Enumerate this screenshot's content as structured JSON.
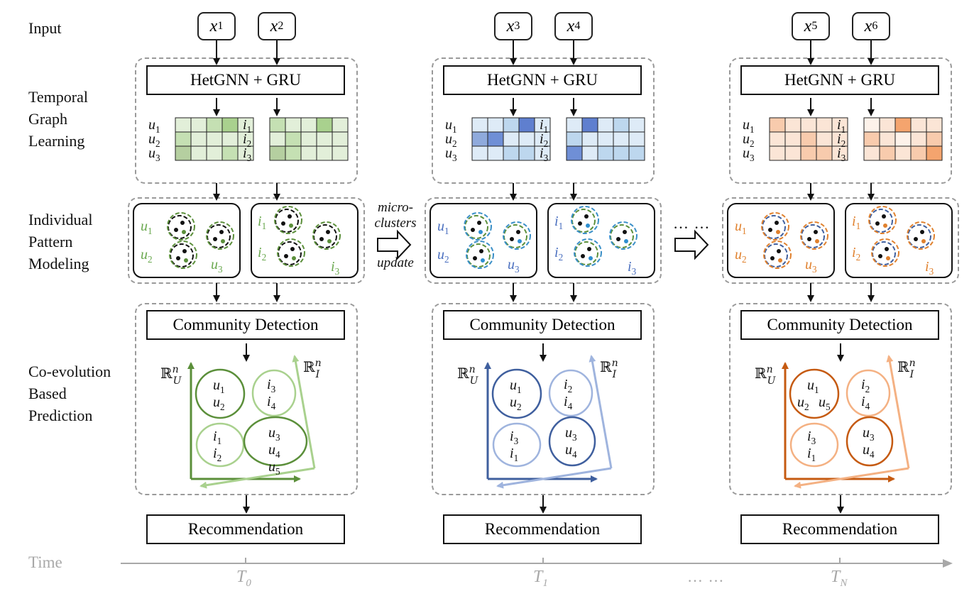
{
  "rows": {
    "input": [
      "Input"
    ],
    "temporal": [
      "Temporal",
      "Graph",
      "Learning"
    ],
    "pattern": [
      "Individual",
      "Pattern",
      "Modeling"
    ],
    "prediction": [
      "Co-evolution",
      "Based",
      "Prediction"
    ]
  },
  "stages": [
    {
      "inputs": [
        {
          "base": "x",
          "sub": "1"
        },
        {
          "base": "x",
          "sub": "2"
        }
      ],
      "encoder": "HetGNN + GRU",
      "detector": "Community Detection",
      "output": "Recommendation",
      "tick": {
        "base": "T",
        "sub": "0"
      },
      "color": "#5b8f3a",
      "light_color": "#a9d18e",
      "heat_users": [
        [
          "#e2efd9",
          "#e2efd9",
          "#c5e0b3",
          "#a9d18e",
          "#e2efd9"
        ],
        [
          "#c5e0b3",
          "#e2efd9",
          "#e2efd9",
          "#e2efd9",
          "#e2efd9"
        ],
        [
          "#b5cfa0",
          "#e2efd9",
          "#e2efd9",
          "#c5e0b3",
          "#e2efd9"
        ]
      ],
      "heat_items": [
        [
          "#c5e0b3",
          "#e2efd9",
          "#e2efd9",
          "#a9d18e",
          "#e2efd9"
        ],
        [
          "#e2efd9",
          "#c5e0b3",
          "#e2efd9",
          "#e2efd9",
          "#e2efd9"
        ],
        [
          "#b5cfa0",
          "#c5e0b3",
          "#e2efd9",
          "#e2efd9",
          "#e2efd9"
        ]
      ],
      "communities": [
        [
          "u1",
          "u2"
        ],
        [
          "i3",
          "i4"
        ],
        [
          "i1",
          "i2"
        ],
        [
          "u3",
          "u4",
          "u5"
        ]
      ]
    },
    {
      "inputs": [
        {
          "base": "x",
          "sub": "3"
        },
        {
          "base": "x",
          "sub": "4"
        }
      ],
      "encoder": "HetGNN + GRU",
      "detector": "Community Detection",
      "output": "Recommendation",
      "tick": {
        "base": "T",
        "sub": "1"
      },
      "color": "#3f5f9e",
      "light_color": "#9fb4de",
      "heat_users": [
        [
          "#deebf7",
          "#deebf7",
          "#bdd7ee",
          "#5f7fcf",
          "#deebf7"
        ],
        [
          "#8faadc",
          "#6f8fd6",
          "#deebf7",
          "#deebf7",
          "#deebf7"
        ],
        [
          "#deebf7",
          "#deebf7",
          "#bdd7ee",
          "#bdd7ee",
          "#deebf7"
        ]
      ],
      "heat_items": [
        [
          "#deebf7",
          "#5f7fcf",
          "#deebf7",
          "#bdd7ee",
          "#deebf7"
        ],
        [
          "#bdd7ee",
          "#deebf7",
          "#deebf7",
          "#deebf7",
          "#deebf7"
        ],
        [
          "#6f8fd6",
          "#deebf7",
          "#bdd7ee",
          "#bdd7ee",
          "#bdd7ee"
        ]
      ],
      "communities": [
        [
          "u1",
          "u2"
        ],
        [
          "i2",
          "i4"
        ],
        [
          "i3",
          "i1"
        ],
        [
          "u3",
          "u4"
        ]
      ]
    },
    {
      "inputs": [
        {
          "base": "x",
          "sub": "5"
        },
        {
          "base": "x",
          "sub": "6"
        }
      ],
      "encoder": "HetGNN + GRU",
      "detector": "Community Detection",
      "output": "Recommendation",
      "tick": {
        "base": "T",
        "sub": "N"
      },
      "color": "#c55a11",
      "light_color": "#f4b183",
      "heat_users": [
        [
          "#f8cbad",
          "#fbe5d6",
          "#fbe5d6",
          "#fbe5d6",
          "#fbe5d6"
        ],
        [
          "#fbe5d6",
          "#fbe5d6",
          "#f8cbad",
          "#fbe5d6",
          "#fbe5d6"
        ],
        [
          "#fbe5d6",
          "#fbe5d6",
          "#f8cbad",
          "#f8cbad",
          "#fbe5d6"
        ]
      ],
      "heat_items": [
        [
          "#fdf2ea",
          "#fbe5d6",
          "#f4a46e",
          "#fbe5d6",
          "#fbe5d6"
        ],
        [
          "#f8cbad",
          "#fbe5d6",
          "#fdf2ea",
          "#fbe5d6",
          "#f8cbad"
        ],
        [
          "#fbe5d6",
          "#f8cbad",
          "#fbe5d6",
          "#f8cbad",
          "#f4a46e"
        ]
      ],
      "communities": [
        [
          "u1",
          "u2 u5"
        ],
        [
          "i2",
          "i4"
        ],
        [
          "i3",
          "i1"
        ],
        [
          "u3",
          "u4"
        ]
      ]
    }
  ],
  "transition": {
    "line1": "micro-",
    "line2": "clusters",
    "line3": "update"
  },
  "ellipsis": "… …",
  "time_label": "Time",
  "axis_labels": {
    "user_space": "ℝ",
    "user_sub": "U",
    "item_sub": "I",
    "sup": "n"
  }
}
